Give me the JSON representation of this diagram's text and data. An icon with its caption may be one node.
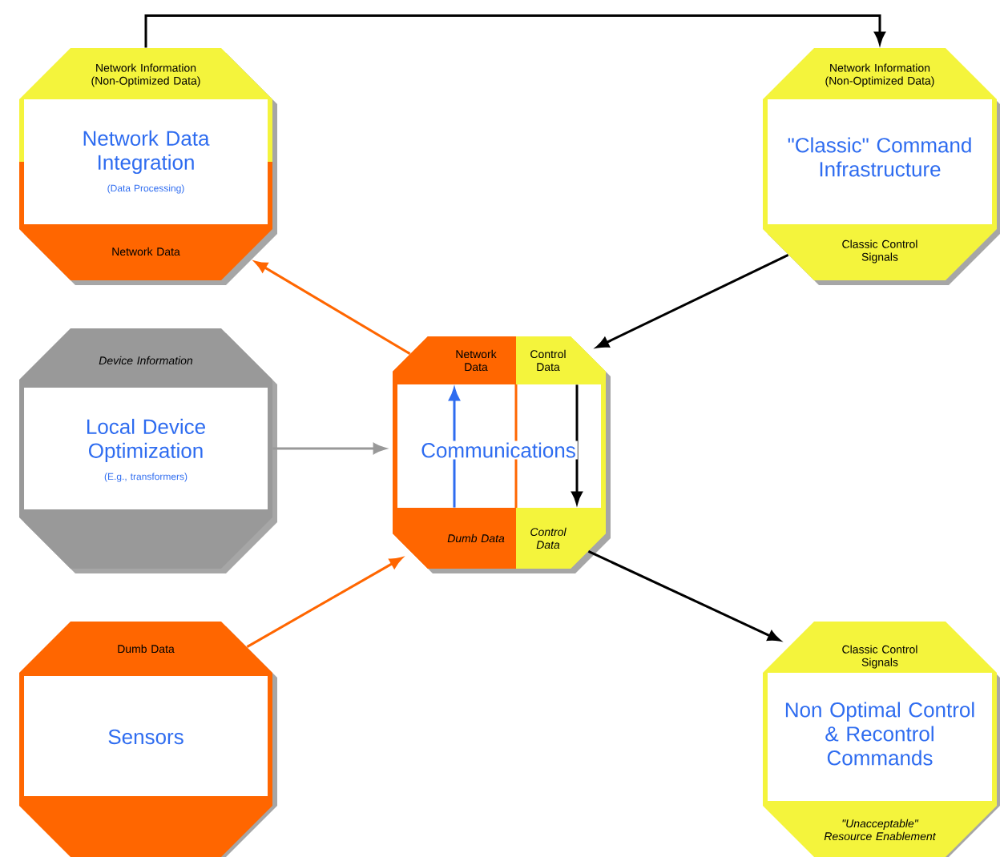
{
  "diagram": {
    "nodes": [
      {
        "text": [
          "Network Information (Non-Optimized Data)",
          "Network Data Integration",
          "(Data Processing)",
          "Network Data"
        ]
      },
      {
        "text": [
          "Network Information (Non-Optimized Data)",
          "\"Classic\" Command Infrastructure",
          "Classic Control Signals"
        ]
      },
      {
        "text": [
          "Device Information",
          "Local Device Optimization",
          "(E.g., transformers)"
        ]
      },
      {
        "text": [
          "Communications"
        ]
      },
      {
        "text": [
          "Network Data"
        ],
        "in": 3
      },
      {
        "text": [
          "Control Data"
        ],
        "in": 3
      },
      {
        "text": [
          "Dumb Data"
        ],
        "in": 3
      },
      {
        "text": [
          "Control Data"
        ],
        "in": 3
      },
      {
        "text": [
          "Dumb Data",
          "Sensors"
        ]
      },
      {
        "text": [
          "Classic Control Signals",
          "Non Optimal Control & Recontrol Commands",
          "\"Unacceptable\" Resource Enablement"
        ]
      }
    ],
    "edges": [
      {
        "from": 0,
        "to": 1,
        "arrow": "to"
      },
      {
        "from": 1,
        "to": 3,
        "arrow": "to"
      },
      {
        "from": 3,
        "to": 0,
        "arrow": "to",
        "color": "#ff6600"
      },
      {
        "from": 2,
        "to": 3,
        "arrow": "to",
        "color": "#999999"
      },
      {
        "from": 8,
        "to": 3,
        "arrow": "to",
        "color": "#ff6600"
      },
      {
        "from": 3,
        "to": 9,
        "arrow": "to"
      },
      {
        "from": 6,
        "to": 4,
        "arrow": "to",
        "color": "#2e6cf0"
      },
      {
        "from": 5,
        "to": 7,
        "arrow": "to"
      }
    ]
  }
}
